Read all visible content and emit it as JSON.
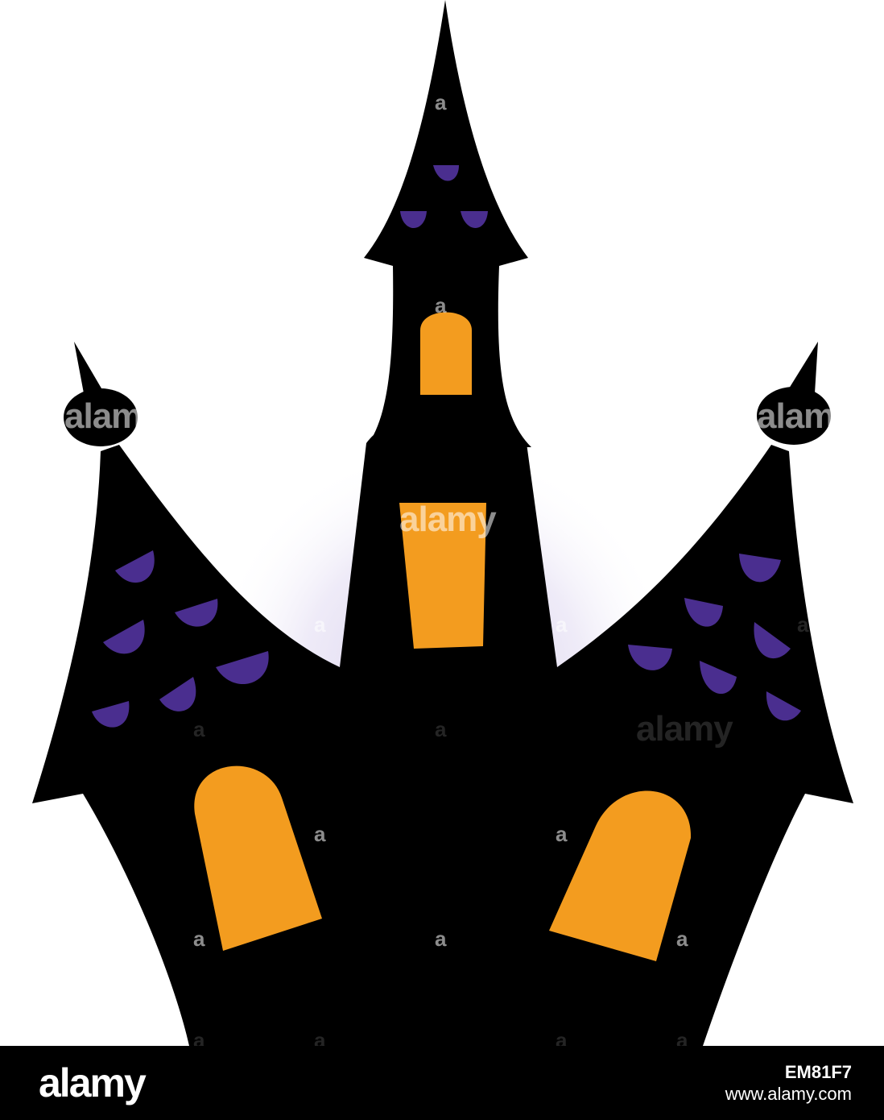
{
  "colors": {
    "background": "#ffffff",
    "castle": "#000000",
    "window_orange": "#f39c1f",
    "roof_tile_purple": "#4a2e8f",
    "moon_glow": "#d9d2ec",
    "footer_bg": "#000000",
    "footer_text": "#ffffff"
  },
  "watermark": {
    "brand": "alamy",
    "small_mark": "a"
  },
  "footer": {
    "logo": "alamy",
    "image_id": "EM81F7",
    "url": "www.alamy.com"
  },
  "icons": {
    "castle": "haunted-castle-illustration"
  }
}
